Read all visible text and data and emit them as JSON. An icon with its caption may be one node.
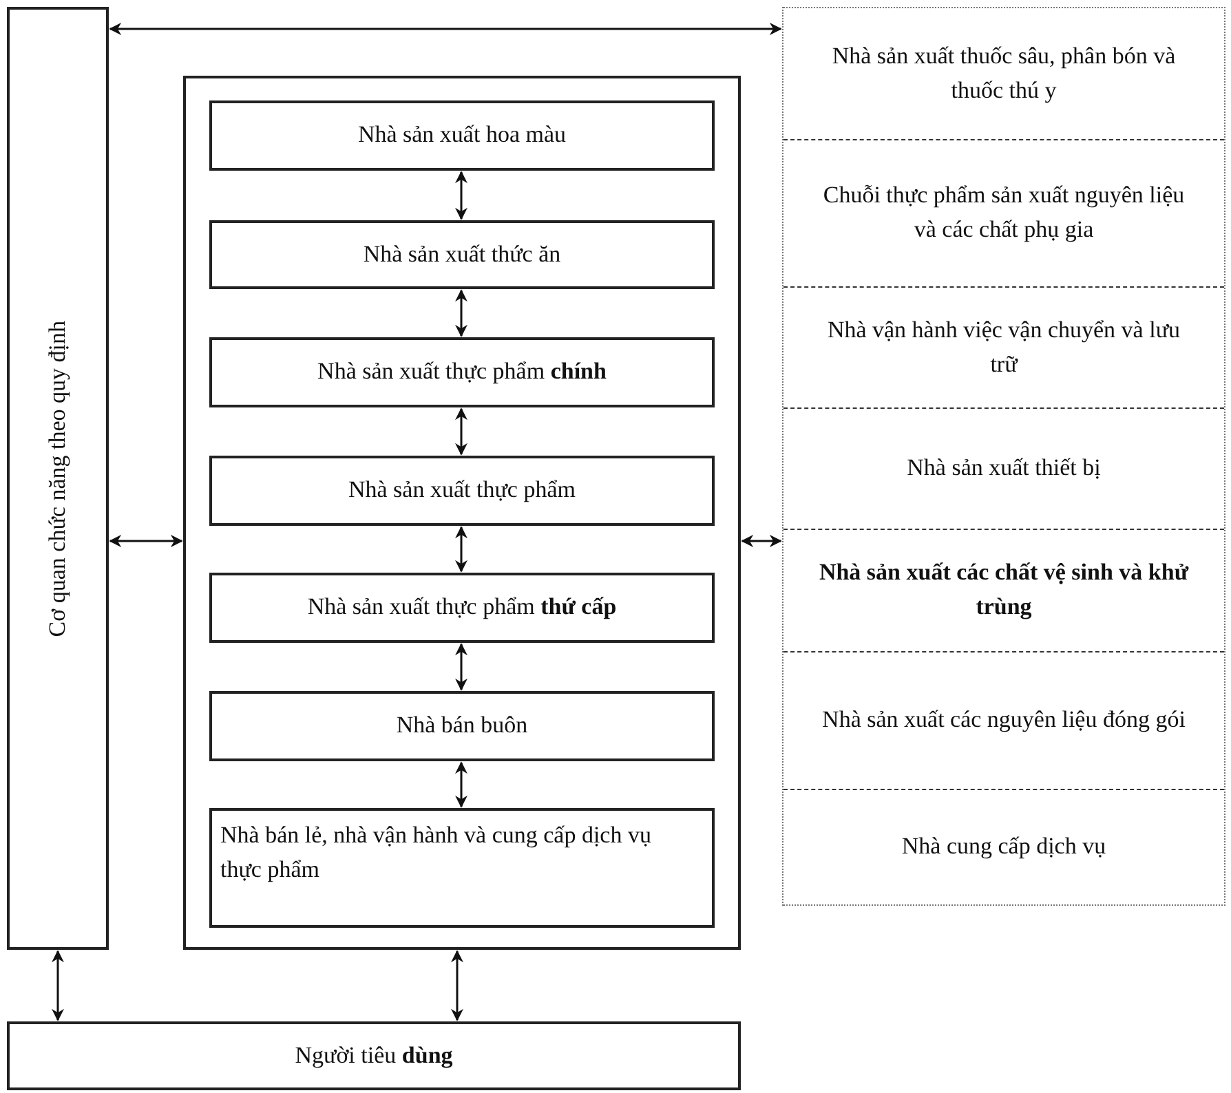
{
  "diagram": {
    "nodes": [
      {
        "text": [
          "Cơ quan chức năng theo quy định"
        ]
      },
      {
        "text": [],
        "shape": "box"
      },
      {
        "text": [
          "Nhà sản xuất hoa màu"
        ],
        "in": 1
      },
      {
        "text": [
          "Nhà sản xuất thức ăn"
        ],
        "in": 1
      },
      {
        "text": [
          "Nhà sản xuất thực phẩm **chính**"
        ],
        "in": 1
      },
      {
        "text": [
          "Nhà sản xuất thực phẩm"
        ],
        "in": 1
      },
      {
        "text": [
          "Nhà sản xuất thực phẩm **thứ cấp**"
        ],
        "in": 1
      },
      {
        "text": [
          "Nhà bán buôn"
        ],
        "in": 1
      },
      {
        "text": [
          "Nhà bán lẻ, nhà vận hành và cung cấp dịch vụ thực phẩm"
        ],
        "in": 1
      },
      {
        "text": [],
        "shape": "box"
      },
      {
        "text": [
          "Nhà sản xuất thuốc sâu, phân bón và thuốc thú y"
        ],
        "in": 9
      },
      {
        "text": [
          "Chuỗi thực phẩm sản xuất nguyên liệu và các chất phụ gia"
        ],
        "in": 9
      },
      {
        "text": [
          "Nhà vận hành việc vận chuyển và lưu trữ"
        ],
        "in": 9
      },
      {
        "text": [
          "Nhà sản xuất thiết bị"
        ],
        "in": 9
      },
      {
        "text": [
          "Nhà sản xuất các chất vệ sinh và khử trùng"
        ],
        "in": 9
      },
      {
        "text": [
          "Nhà sản xuất các nguyên liệu đóng gói"
        ],
        "in": 9
      },
      {
        "text": [
          "Nhà cung cấp dịch vụ"
        ],
        "in": 9
      },
      {
        "text": [
          "Người tiêu **dùng**"
        ]
      }
    ],
    "edges": [
      {
        "from": 0,
        "to": 9,
        "arrow": "both"
      },
      {
        "from": 0,
        "to": 1,
        "arrow": "both"
      },
      {
        "from": 1,
        "to": 9,
        "arrow": "both"
      },
      {
        "from": 2,
        "to": 3,
        "arrow": "both"
      },
      {
        "from": 3,
        "to": 4,
        "arrow": "both"
      },
      {
        "from": 4,
        "to": 5,
        "arrow": "both"
      },
      {
        "from": 5,
        "to": 6,
        "arrow": "both"
      },
      {
        "from": 6,
        "to": 7,
        "arrow": "both"
      },
      {
        "from": 7,
        "to": 8,
        "arrow": "both"
      },
      {
        "from": 0,
        "to": 17,
        "arrow": "both"
      },
      {
        "from": 1,
        "to": 17,
        "arrow": "both"
      }
    ]
  }
}
